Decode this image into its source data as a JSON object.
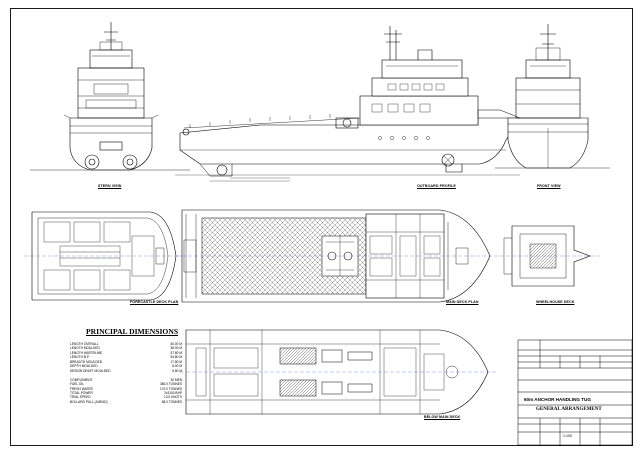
{
  "views": {
    "stern_view": "STERN VIEW",
    "outboard_profile": "OUTBOARD PROFILE",
    "front_view": "FRONT VIEW",
    "forecastle_deck_plan": "FORECASTLE DECK PLAN",
    "main_deck_plan": "MAIN DECK PLAN",
    "wheelhouse_deck": "WHEELHOUSE DECK",
    "below_main_deck": "BELOW MAIN DECK"
  },
  "principal_dimensions": {
    "title": "PRINCIPAL DIMENSIONS",
    "rows": [
      {
        "label": "LENGTH OVERALL",
        "value": "60.00 M"
      },
      {
        "label": "LENGTH MOULDED",
        "value": "58.00 M"
      },
      {
        "label": "LENGTH WATERLINE",
        "value": "57.80 M"
      },
      {
        "label": "LENGTH B.P.",
        "value": "54.80 M"
      },
      {
        "label": "BREADTH MOULDED",
        "value": "17.80 M"
      },
      {
        "label": "DEPTH MOULDED",
        "value": "6.00 M"
      },
      {
        "label": "DESIGN DRAFT MOULDED",
        "value": "5.80 M"
      }
    ],
    "rows2": [
      {
        "label": "COMPLEMENT",
        "value": "30 MEN"
      },
      {
        "label": "FUEL OIL",
        "value": "380.0 TONNES"
      },
      {
        "label": "FRESH WATER",
        "value": "170.0 TONNES"
      },
      {
        "label": "TOTAL POWER",
        "value": "2x3100 BHP"
      },
      {
        "label": "TRIAL SPEED",
        "value": "13.0 KNOTS"
      },
      {
        "label": "BOLLARD PULL (AHEAD)",
        "value": "58.0 TONNES"
      }
    ]
  },
  "title_block": {
    "vessel": "60m ANCHOR HANDLING TUG",
    "drawing_title": "GENERAL ARRANGEMENT",
    "scale_value": "1:100"
  },
  "colors": {
    "ink": "#000000",
    "paper": "#ffffff",
    "hatch": "#8a8a8a",
    "center_line": "#3060c0"
  }
}
